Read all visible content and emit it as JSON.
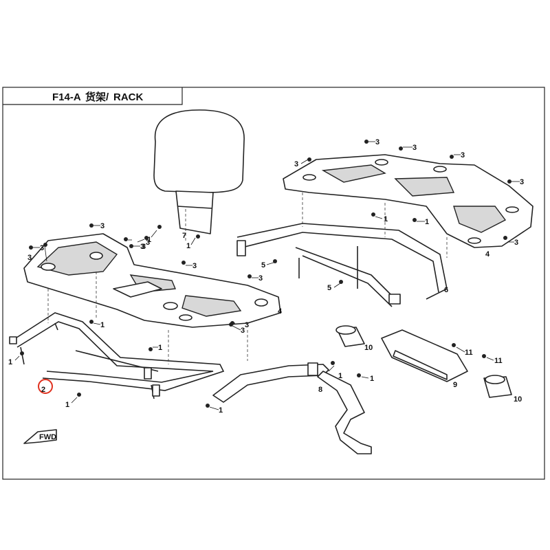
{
  "header": {
    "title_code": "F14-A",
    "title_cn": "货架/",
    "title_en": "RACK"
  },
  "direction_arrow": {
    "label": "FWD"
  },
  "highlight": {
    "part": "2",
    "color": "#e0301e"
  },
  "callouts": [
    "3",
    "3",
    "3",
    "3",
    "3",
    "3",
    "3",
    "3",
    "3",
    "3",
    "3",
    "3",
    "3",
    "3",
    "3",
    "3",
    "1",
    "1",
    "1",
    "1",
    "1",
    "1",
    "1",
    "1",
    "1",
    "1",
    "1",
    "2",
    "4",
    "4",
    "5",
    "5",
    "6",
    "7",
    "8",
    "9",
    "10",
    "10",
    "11",
    "11"
  ]
}
